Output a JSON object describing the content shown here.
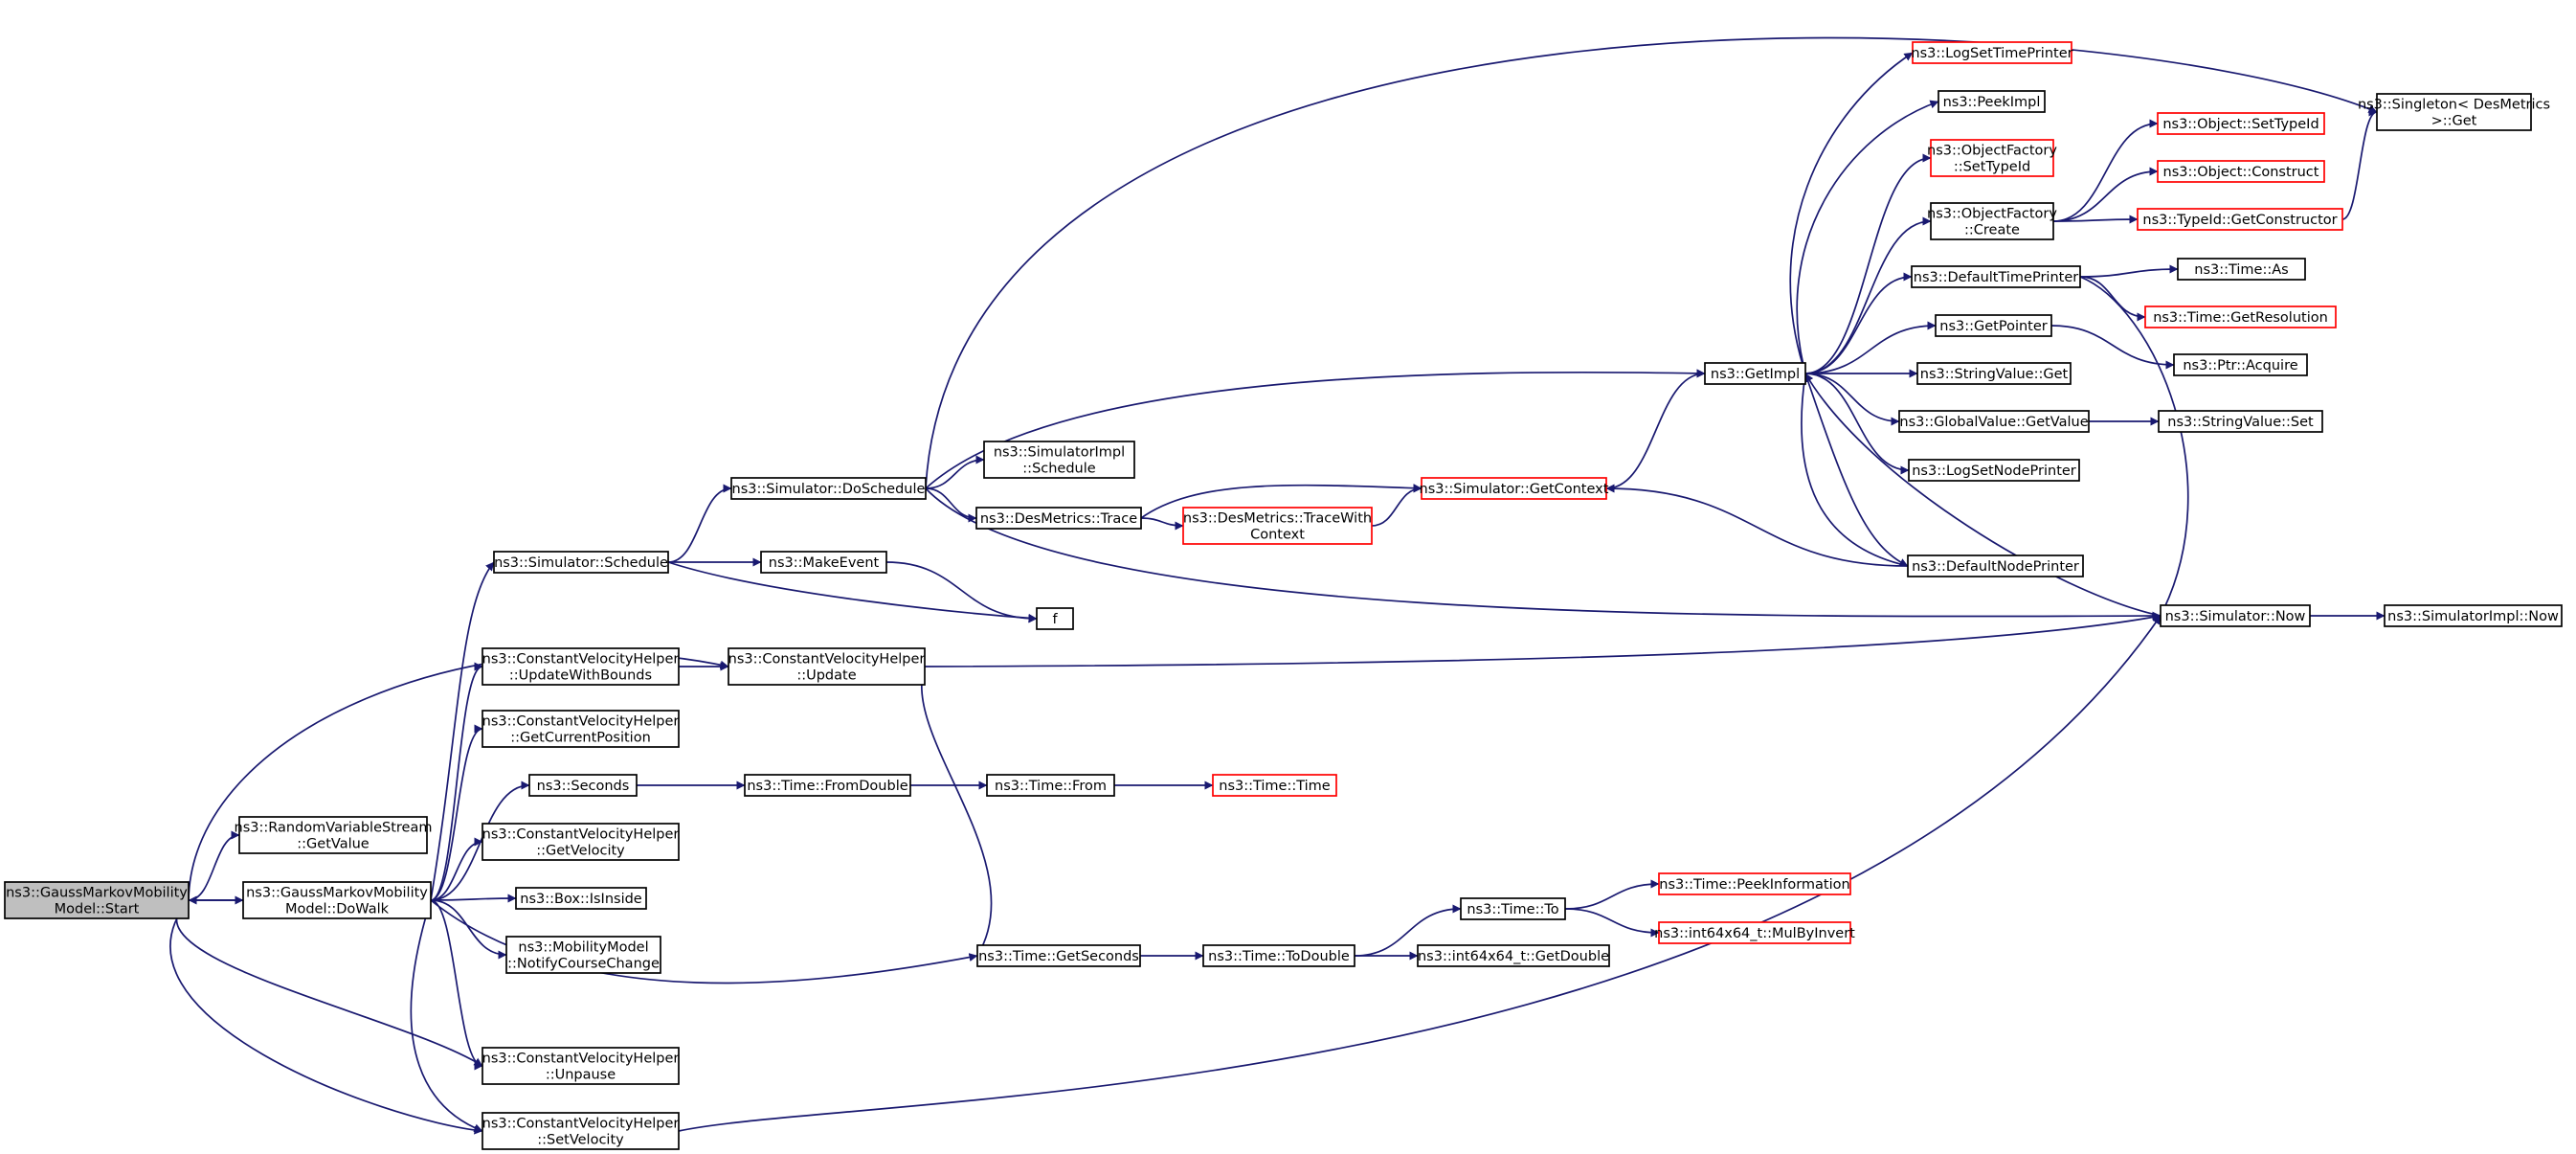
{
  "colors": {
    "edge": "#191970",
    "node_border": "#000000",
    "link_missing_border": "#ff0000",
    "root_fill": "#bfbfbf"
  },
  "nodes": [
    {
      "id": "root",
      "label": [
        "ns3::GaussMarkovMobility",
        "Model::Start"
      ],
      "style": "root"
    },
    {
      "id": "rvs_getvalue",
      "label": [
        "ns3::RandomVariableStream",
        "::GetValue"
      ],
      "style": "normal"
    },
    {
      "id": "dowalk",
      "label": [
        "ns3::GaussMarkovMobility",
        "Model::DoWalk"
      ],
      "style": "normal"
    },
    {
      "id": "sim_schedule",
      "label": [
        "ns3::Simulator::Schedule"
      ],
      "style": "normal"
    },
    {
      "id": "cvh_updatewithbounds",
      "label": [
        "ns3::ConstantVelocityHelper",
        "::UpdateWithBounds"
      ],
      "style": "normal"
    },
    {
      "id": "cvh_getcurrentposition",
      "label": [
        "ns3::ConstantVelocityHelper",
        "::GetCurrentPosition"
      ],
      "style": "normal"
    },
    {
      "id": "seconds",
      "label": [
        "ns3::Seconds"
      ],
      "style": "normal"
    },
    {
      "id": "cvh_getvelocity",
      "label": [
        "ns3::ConstantVelocityHelper",
        "::GetVelocity"
      ],
      "style": "normal"
    },
    {
      "id": "box_isinside",
      "label": [
        "ns3::Box::IsInside"
      ],
      "style": "normal"
    },
    {
      "id": "mm_notify",
      "label": [
        "ns3::MobilityModel",
        "::NotifyCourseChange"
      ],
      "style": "normal"
    },
    {
      "id": "cvh_unpause",
      "label": [
        "ns3::ConstantVelocityHelper",
        "::Unpause"
      ],
      "style": "normal"
    },
    {
      "id": "cvh_setvelocity",
      "label": [
        "ns3::ConstantVelocityHelper",
        "::SetVelocity"
      ],
      "style": "normal"
    },
    {
      "id": "sim_doschedule",
      "label": [
        "ns3::Simulator::DoSchedule"
      ],
      "style": "normal"
    },
    {
      "id": "makeevent",
      "label": [
        "ns3::MakeEvent"
      ],
      "style": "normal"
    },
    {
      "id": "cvh_update",
      "label": [
        "ns3::ConstantVelocityHelper",
        "::Update"
      ],
      "style": "normal"
    },
    {
      "id": "time_fromdouble",
      "label": [
        "ns3::Time::FromDouble"
      ],
      "style": "normal"
    },
    {
      "id": "simimpl_schedule",
      "label": [
        "ns3::SimulatorImpl",
        "::Schedule"
      ],
      "style": "normal"
    },
    {
      "id": "desmetrics_trace",
      "label": [
        "ns3::DesMetrics::Trace"
      ],
      "style": "normal"
    },
    {
      "id": "f",
      "label": [
        "f"
      ],
      "style": "normal"
    },
    {
      "id": "time_from",
      "label": [
        "ns3::Time::From"
      ],
      "style": "normal"
    },
    {
      "id": "time_getseconds",
      "label": [
        "ns3::Time::GetSeconds"
      ],
      "style": "normal"
    },
    {
      "id": "desmetrics_tracewithcontext",
      "label": [
        "ns3::DesMetrics::TraceWith",
        "Context"
      ],
      "style": "red"
    },
    {
      "id": "time_time",
      "label": [
        "ns3::Time::Time"
      ],
      "style": "red"
    },
    {
      "id": "time_todouble",
      "label": [
        "ns3::Time::ToDouble"
      ],
      "style": "normal"
    },
    {
      "id": "sim_getcontext",
      "label": [
        "ns3::Simulator::GetContext"
      ],
      "style": "red"
    },
    {
      "id": "time_to",
      "label": [
        "ns3::Time::To"
      ],
      "style": "normal"
    },
    {
      "id": "int64_getdouble",
      "label": [
        "ns3::int64x64_t::GetDouble"
      ],
      "style": "normal"
    },
    {
      "id": "getimpl",
      "label": [
        "ns3::GetImpl"
      ],
      "style": "normal"
    },
    {
      "id": "time_peekinformation",
      "label": [
        "ns3::Time::PeekInformation"
      ],
      "style": "red"
    },
    {
      "id": "int64_mulbyinvert",
      "label": [
        "ns3::int64x64_t::MulByInvert"
      ],
      "style": "red"
    },
    {
      "id": "logsettimeprinter",
      "label": [
        "ns3::LogSetTimePrinter"
      ],
      "style": "red"
    },
    {
      "id": "peekimpl",
      "label": [
        "ns3::PeekImpl"
      ],
      "style": "normal"
    },
    {
      "id": "objectfactory_settypeid",
      "label": [
        "ns3::ObjectFactory",
        "::SetTypeId"
      ],
      "style": "red"
    },
    {
      "id": "objectfactory_create",
      "label": [
        "ns3::ObjectFactory",
        "::Create"
      ],
      "style": "normal"
    },
    {
      "id": "defaulttimeprinter",
      "label": [
        "ns3::DefaultTimePrinter"
      ],
      "style": "normal"
    },
    {
      "id": "getpointer",
      "label": [
        "ns3::GetPointer"
      ],
      "style": "normal"
    },
    {
      "id": "stringvalue_get",
      "label": [
        "ns3::StringValue::Get"
      ],
      "style": "normal"
    },
    {
      "id": "globalvalue_getvalue",
      "label": [
        "ns3::GlobalValue::GetValue"
      ],
      "style": "normal"
    },
    {
      "id": "logsetnodeprinter",
      "label": [
        "ns3::LogSetNodePrinter"
      ],
      "style": "normal"
    },
    {
      "id": "defaultnodeprinter",
      "label": [
        "ns3::DefaultNodePrinter"
      ],
      "style": "normal"
    },
    {
      "id": "object_settypeid",
      "label": [
        "ns3::Object::SetTypeId"
      ],
      "style": "red"
    },
    {
      "id": "object_construct",
      "label": [
        "ns3::Object::Construct"
      ],
      "style": "red"
    },
    {
      "id": "typeid_getconstructor",
      "label": [
        "ns3::TypeId::GetConstructor"
      ],
      "style": "red"
    },
    {
      "id": "time_as",
      "label": [
        "ns3::Time::As"
      ],
      "style": "normal"
    },
    {
      "id": "time_getresolution",
      "label": [
        "ns3::Time::GetResolution"
      ],
      "style": "red"
    },
    {
      "id": "ptr_acquire",
      "label": [
        "ns3::Ptr::Acquire"
      ],
      "style": "normal"
    },
    {
      "id": "stringvalue_set",
      "label": [
        "ns3::StringValue::Set"
      ],
      "style": "normal"
    },
    {
      "id": "sim_now",
      "label": [
        "ns3::Simulator::Now"
      ],
      "style": "normal"
    },
    {
      "id": "singleton_get",
      "label": [
        "ns3::Singleton< DesMetrics",
        ">::Get"
      ],
      "style": "normal"
    },
    {
      "id": "simimpl_now",
      "label": [
        "ns3::SimulatorImpl::Now"
      ],
      "style": "normal"
    }
  ],
  "edges": [
    [
      "root",
      "cvh_update"
    ],
    [
      "root",
      "rvs_getvalue"
    ],
    [
      "root",
      "dowalk"
    ],
    [
      "root",
      "cvh_unpause"
    ],
    [
      "root",
      "cvh_setvelocity"
    ],
    [
      "dowalk",
      "root"
    ],
    [
      "dowalk",
      "sim_schedule"
    ],
    [
      "dowalk",
      "cvh_updatewithbounds"
    ],
    [
      "dowalk",
      "cvh_getcurrentposition"
    ],
    [
      "dowalk",
      "seconds"
    ],
    [
      "dowalk",
      "cvh_getvelocity"
    ],
    [
      "dowalk",
      "box_isinside"
    ],
    [
      "dowalk",
      "mm_notify"
    ],
    [
      "dowalk",
      "time_getseconds"
    ],
    [
      "dowalk",
      "cvh_unpause"
    ],
    [
      "dowalk",
      "cvh_setvelocity"
    ],
    [
      "sim_schedule",
      "sim_doschedule"
    ],
    [
      "sim_schedule",
      "makeevent"
    ],
    [
      "sim_schedule",
      "f"
    ],
    [
      "cvh_updatewithbounds",
      "cvh_update"
    ],
    [
      "seconds",
      "time_fromdouble"
    ],
    [
      "time_fromdouble",
      "time_from"
    ],
    [
      "time_from",
      "time_time"
    ],
    [
      "sim_doschedule",
      "singleton_get"
    ],
    [
      "sim_doschedule",
      "getimpl"
    ],
    [
      "sim_doschedule",
      "simimpl_schedule"
    ],
    [
      "sim_doschedule",
      "desmetrics_trace"
    ],
    [
      "sim_doschedule",
      "sim_now"
    ],
    [
      "makeevent",
      "f"
    ],
    [
      "cvh_update",
      "sim_now"
    ],
    [
      "cvh_update",
      "time_getseconds"
    ],
    [
      "desmetrics_trace",
      "sim_getcontext"
    ],
    [
      "desmetrics_trace",
      "desmetrics_tracewithcontext"
    ],
    [
      "desmetrics_tracewithcontext",
      "sim_getcontext"
    ],
    [
      "time_getseconds",
      "time_todouble"
    ],
    [
      "time_todouble",
      "time_to"
    ],
    [
      "time_todouble",
      "int64_getdouble"
    ],
    [
      "time_to",
      "time_peekinformation"
    ],
    [
      "time_to",
      "int64_mulbyinvert"
    ],
    [
      "cvh_setvelocity",
      "sim_now"
    ],
    [
      "sim_getcontext",
      "getimpl"
    ],
    [
      "getimpl",
      "logsettimeprinter"
    ],
    [
      "getimpl",
      "peekimpl"
    ],
    [
      "getimpl",
      "objectfactory_settypeid"
    ],
    [
      "getimpl",
      "objectfactory_create"
    ],
    [
      "getimpl",
      "defaulttimeprinter"
    ],
    [
      "getimpl",
      "getpointer"
    ],
    [
      "getimpl",
      "stringvalue_get"
    ],
    [
      "getimpl",
      "globalvalue_getvalue"
    ],
    [
      "getimpl",
      "logsetnodeprinter"
    ],
    [
      "getimpl",
      "defaultnodeprinter"
    ],
    [
      "defaultnodeprinter",
      "getimpl"
    ],
    [
      "defaultnodeprinter",
      "sim_getcontext"
    ],
    [
      "sim_now",
      "getimpl"
    ],
    [
      "sim_now",
      "simimpl_now"
    ],
    [
      "objectfactory_create",
      "object_settypeid"
    ],
    [
      "objectfactory_create",
      "object_construct"
    ],
    [
      "objectfactory_create",
      "typeid_getconstructor"
    ],
    [
      "typeid_getconstructor",
      "singleton_get"
    ],
    [
      "defaulttimeprinter",
      "time_as"
    ],
    [
      "defaulttimeprinter",
      "time_getresolution"
    ],
    [
      "defaulttimeprinter",
      "sim_now"
    ],
    [
      "getpointer",
      "ptr_acquire"
    ],
    [
      "globalvalue_getvalue",
      "stringvalue_set"
    ]
  ]
}
